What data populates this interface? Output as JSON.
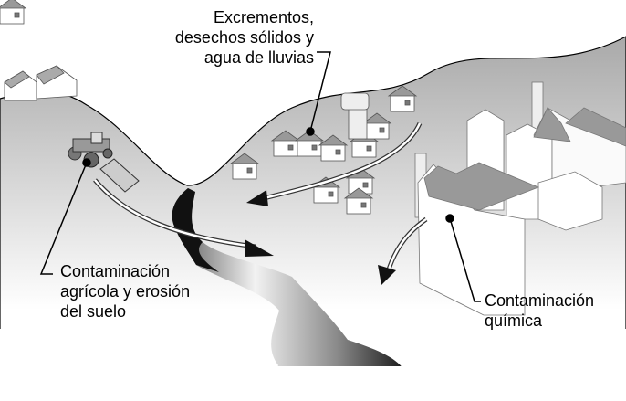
{
  "labels": {
    "domestic": [
      "Excrementos,",
      "desechos sólidos y",
      "agua de lluvias"
    ],
    "agricultural": [
      "Contaminación",
      "agrícola y erosión",
      "del suelo"
    ],
    "chemical": [
      "Contaminación",
      "química"
    ]
  },
  "colors": {
    "ground_top": "#a9a9a9",
    "ground_bottom": "#ffffff",
    "river_dark": "#111111",
    "roof": "#9a9a9a"
  }
}
